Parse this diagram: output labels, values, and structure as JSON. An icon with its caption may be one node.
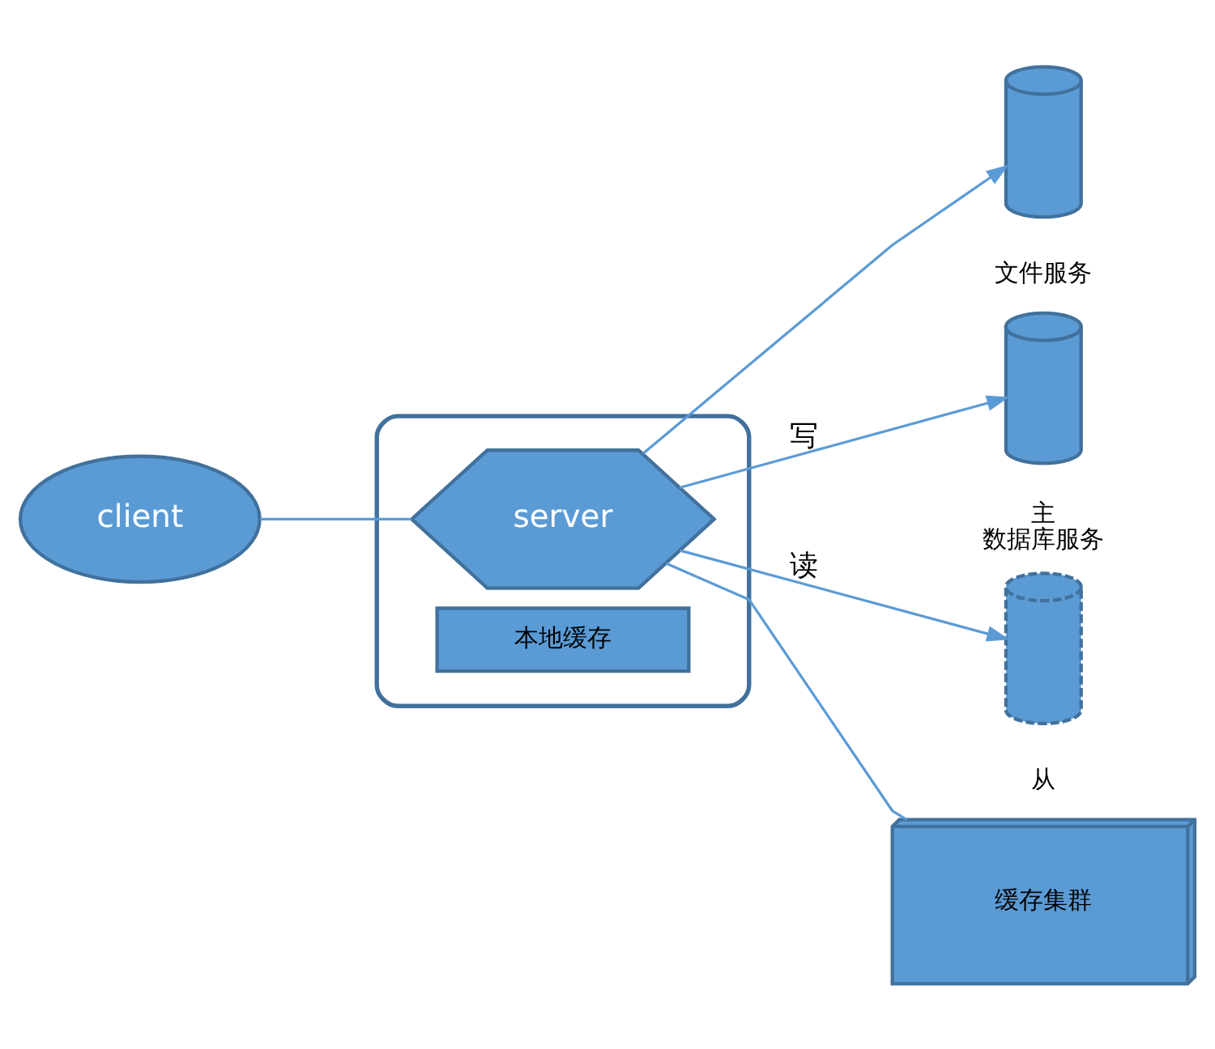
{
  "diagram": {
    "nodes": [
      {
        "text": [
          "client"
        ]
      },
      {
        "text": [],
        "shape": "box"
      },
      {
        "text": [
          "server"
        ],
        "in": 1
      },
      {
        "text": [
          "本地缓存"
        ],
        "in": 1
      },
      {
        "text": [
          "缓存集群"
        ]
      },
      {
        "text": [],
        "shape": "cylinder",
        "beside": [
          "文件服务"
        ]
      },
      {
        "text": [],
        "shape": "cylinder",
        "beside": [
          "主",
          "数据库服务"
        ]
      },
      {
        "text": [],
        "shape": "cylinder",
        "beside": [
          "从"
        ]
      }
    ],
    "edges": [
      {
        "from": 0,
        "to": 2,
        "arrow": "none"
      },
      {
        "from": 2,
        "to": 5,
        "arrow": "to"
      },
      {
        "from": 2,
        "to": 6,
        "arrow": "to",
        "label": "写"
      },
      {
        "from": 2,
        "to": 7,
        "arrow": "to",
        "label": "读"
      },
      {
        "from": 2,
        "to": 4,
        "arrow": "none"
      }
    ]
  }
}
